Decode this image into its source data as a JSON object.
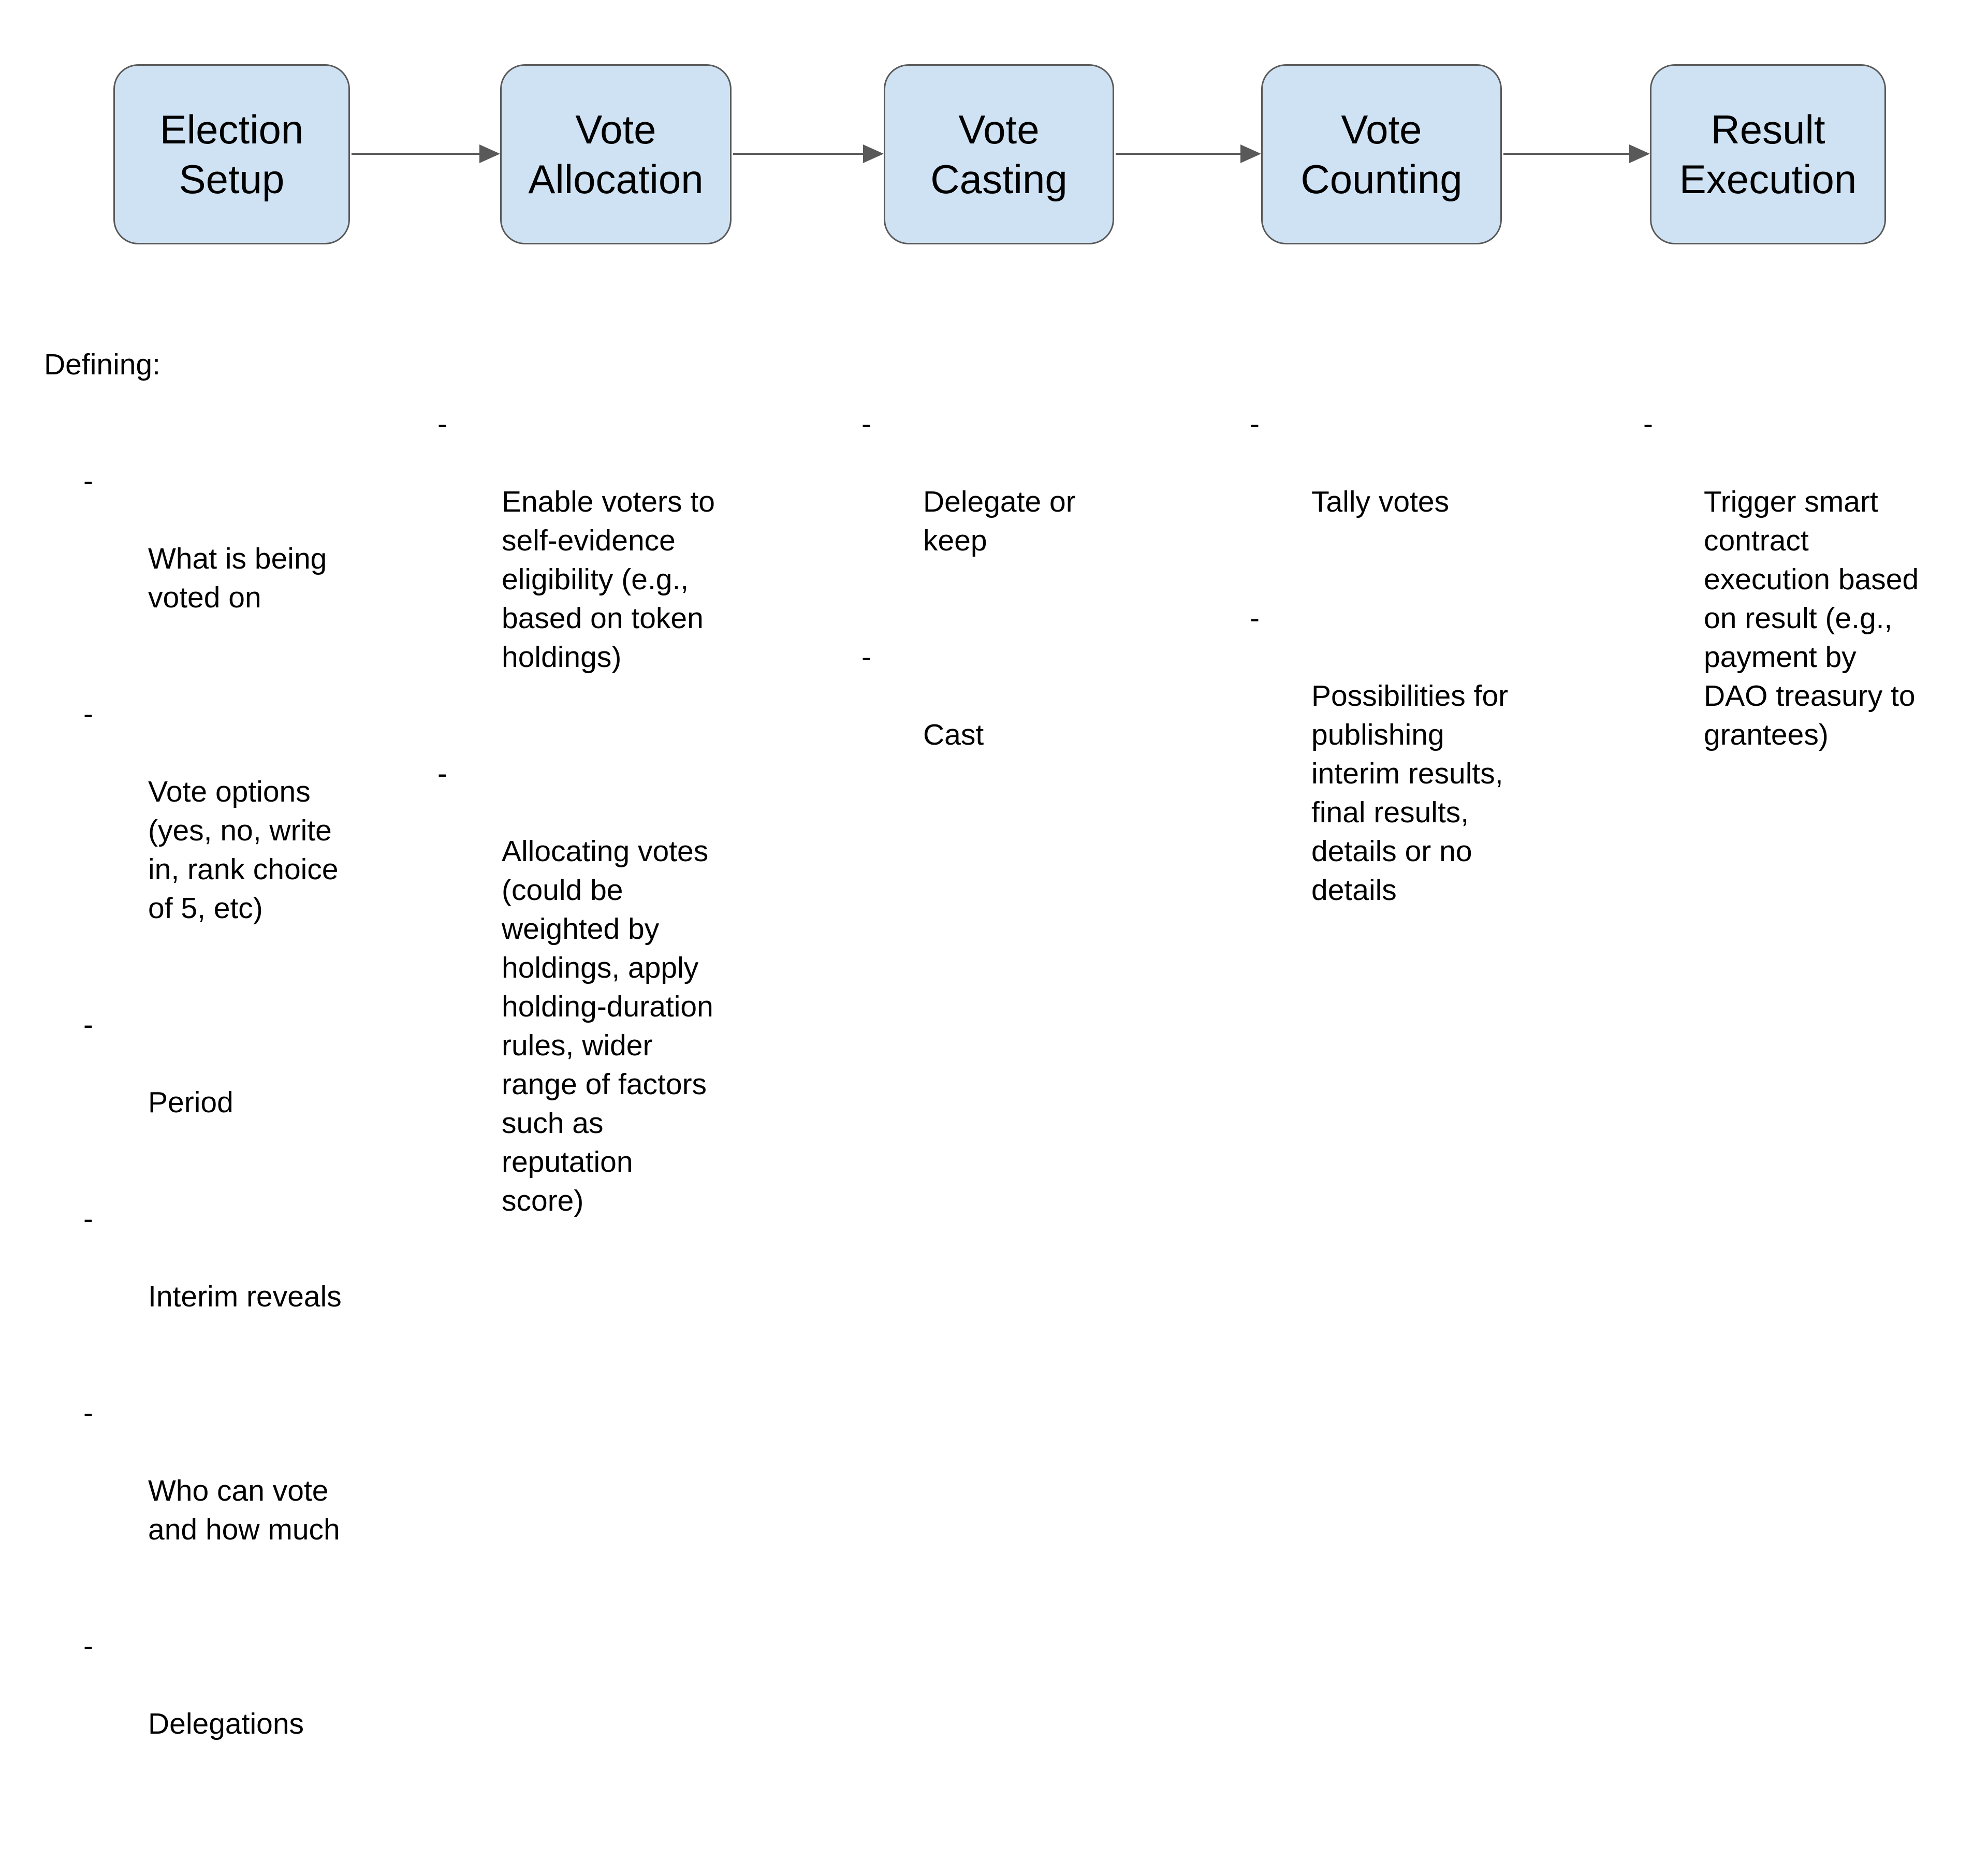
{
  "diagram": {
    "bullet_marker": "-",
    "colors": {
      "background": "#ffffff",
      "box_fill": "#cfe2f3",
      "box_border": "#595959",
      "arrow": "#595959",
      "text": "#000000"
    },
    "stages": [
      {
        "label": "Election\nSetup",
        "heading": "Defining:",
        "bullets": [
          "What is being\nvoted on",
          "Vote options\n(yes, no, write\nin, rank choice\nof 5, etc)",
          "Period",
          "Interim reveals",
          "Who can vote\nand how much",
          "Delegations"
        ]
      },
      {
        "label": "Vote\nAllocation",
        "bullets": [
          "Enable voters to\nself-evidence\neligibility (e.g.,\nbased on token\nholdings)",
          "Allocating votes\n(could be\nweighted by\nholdings, apply\nholding-duration\nrules, wider\nrange of factors\nsuch as\nreputation\nscore)"
        ]
      },
      {
        "label": "Vote\nCasting",
        "bullets": [
          "Delegate or\nkeep",
          "Cast"
        ]
      },
      {
        "label": "Vote\nCounting",
        "bullets": [
          "Tally votes",
          "Possibilities for\npublishing\ninterim results,\nfinal results,\ndetails or no\ndetails"
        ]
      },
      {
        "label": "Result\nExecution",
        "bullets": [
          "Trigger smart\ncontract\nexecution based\non result (e.g.,\npayment by\nDAO treasury to\ngrantees)"
        ]
      }
    ]
  }
}
